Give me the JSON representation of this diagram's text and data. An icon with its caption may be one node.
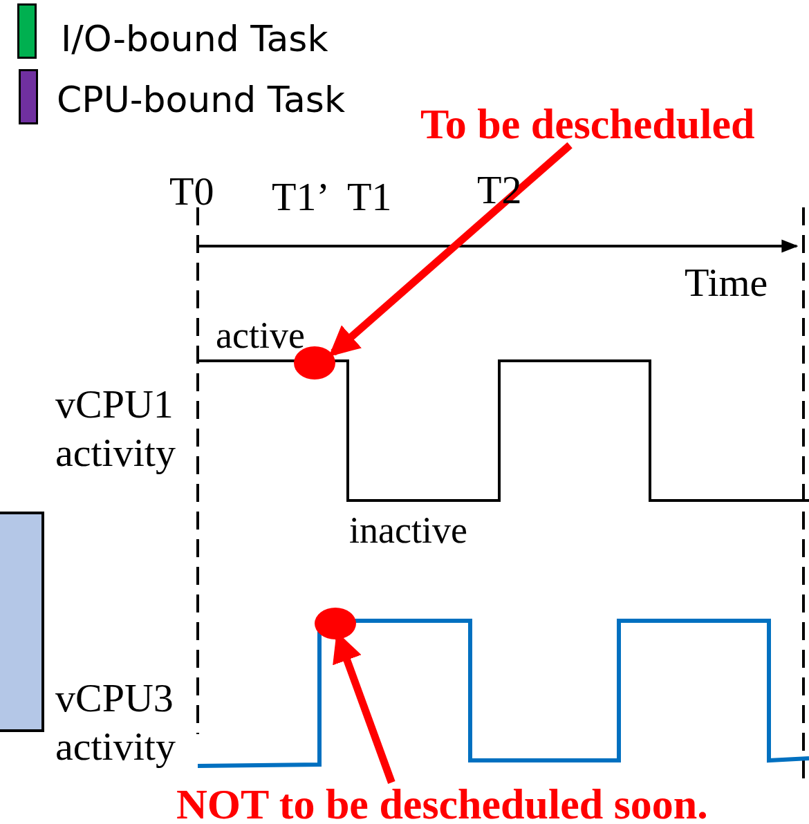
{
  "diagram": {
    "nodes": [
      {
        "text": [
          "To be descheduled"
        ]
      },
      {
        "text": [],
        "shape": "circle"
      },
      {
        "text": [
          "NOT to be descheduled soon."
        ]
      },
      {
        "text": [],
        "shape": "circle"
      }
    ],
    "edges": [
      {
        "from": 0,
        "to": 1,
        "arrow": "to"
      },
      {
        "from": 2,
        "to": 3,
        "arrow": "to"
      }
    ],
    "labels": [
      "T0",
      "T1’",
      "T1",
      "T2",
      "Time",
      "active",
      "vCPU1 activity",
      "inactive",
      "vCPU3 activity"
    ],
    "legend": [
      {
        "text": "I/O-bound Task",
        "color": "#00b050"
      },
      {
        "text": "CPU-bound Task",
        "color": "#7030a0"
      }
    ]
  }
}
